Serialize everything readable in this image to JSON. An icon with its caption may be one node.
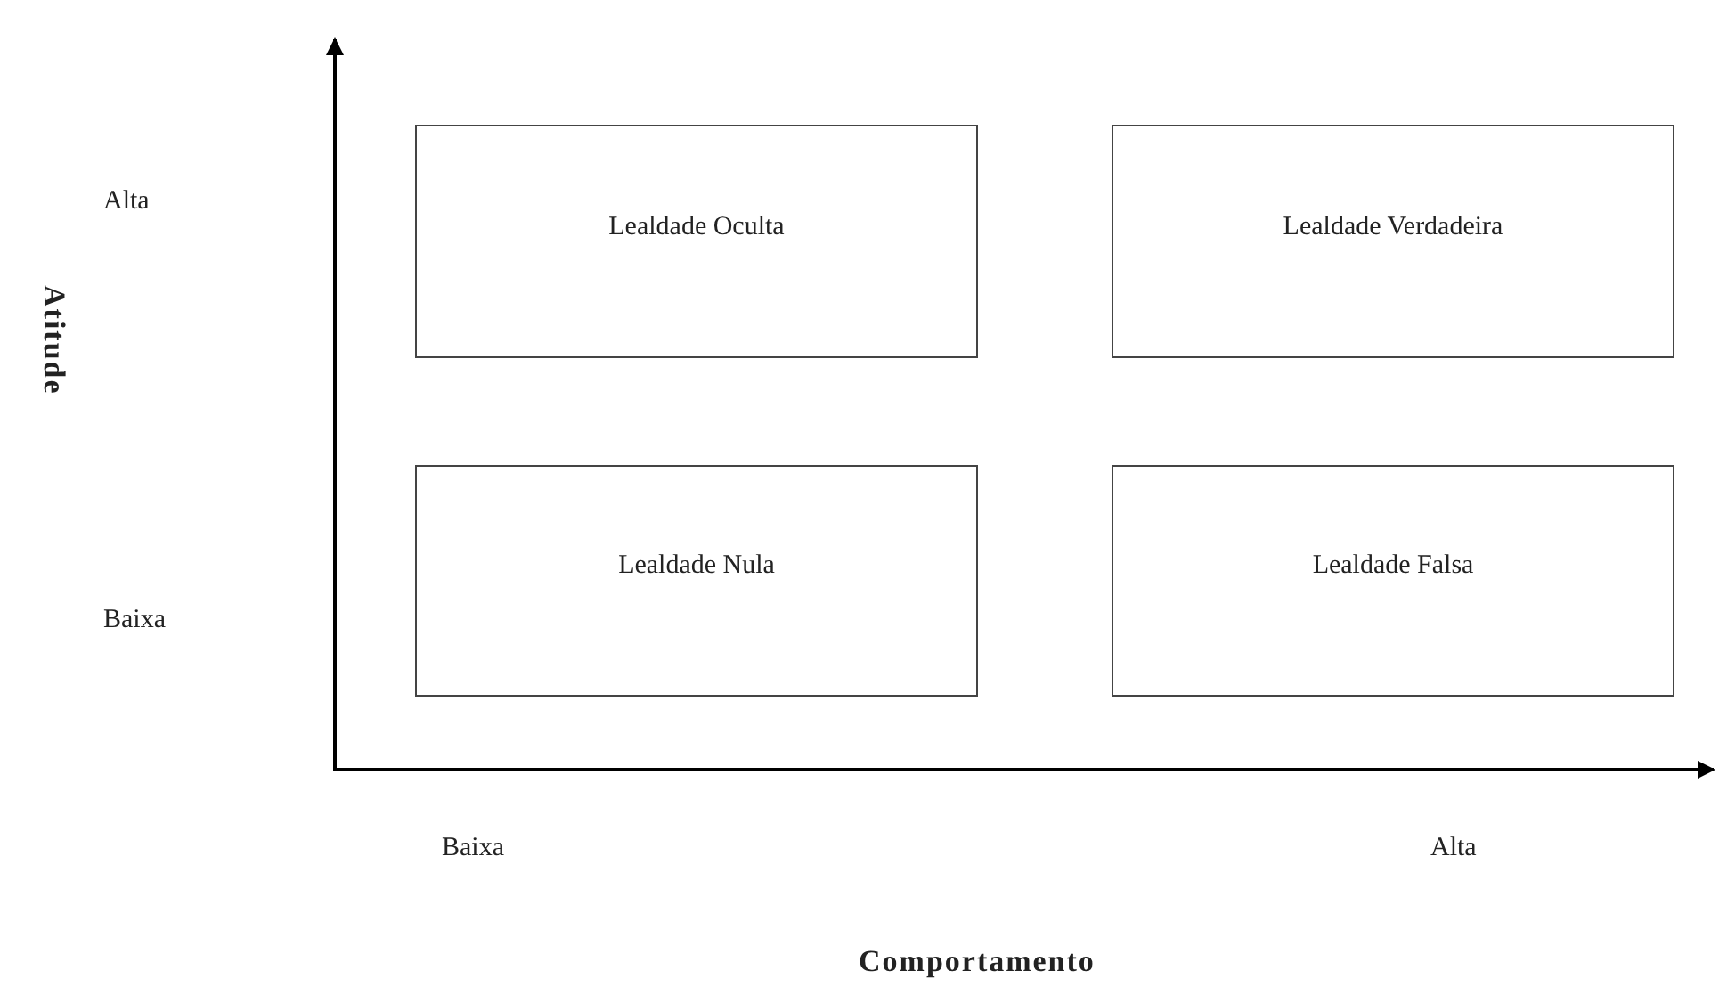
{
  "diagram": {
    "nodes": [
      {
        "text": [
          "Lealdade Oculta"
        ]
      },
      {
        "text": [
          "Lealdade Verdadeira"
        ]
      },
      {
        "text": [
          "Lealdade Nula"
        ]
      },
      {
        "text": [
          "Lealdade Falsa"
        ]
      }
    ],
    "labels": [
      "Alta",
      "Atitude",
      "Baixa",
      "Baixa",
      "Alta",
      "Comportamento"
    ]
  }
}
